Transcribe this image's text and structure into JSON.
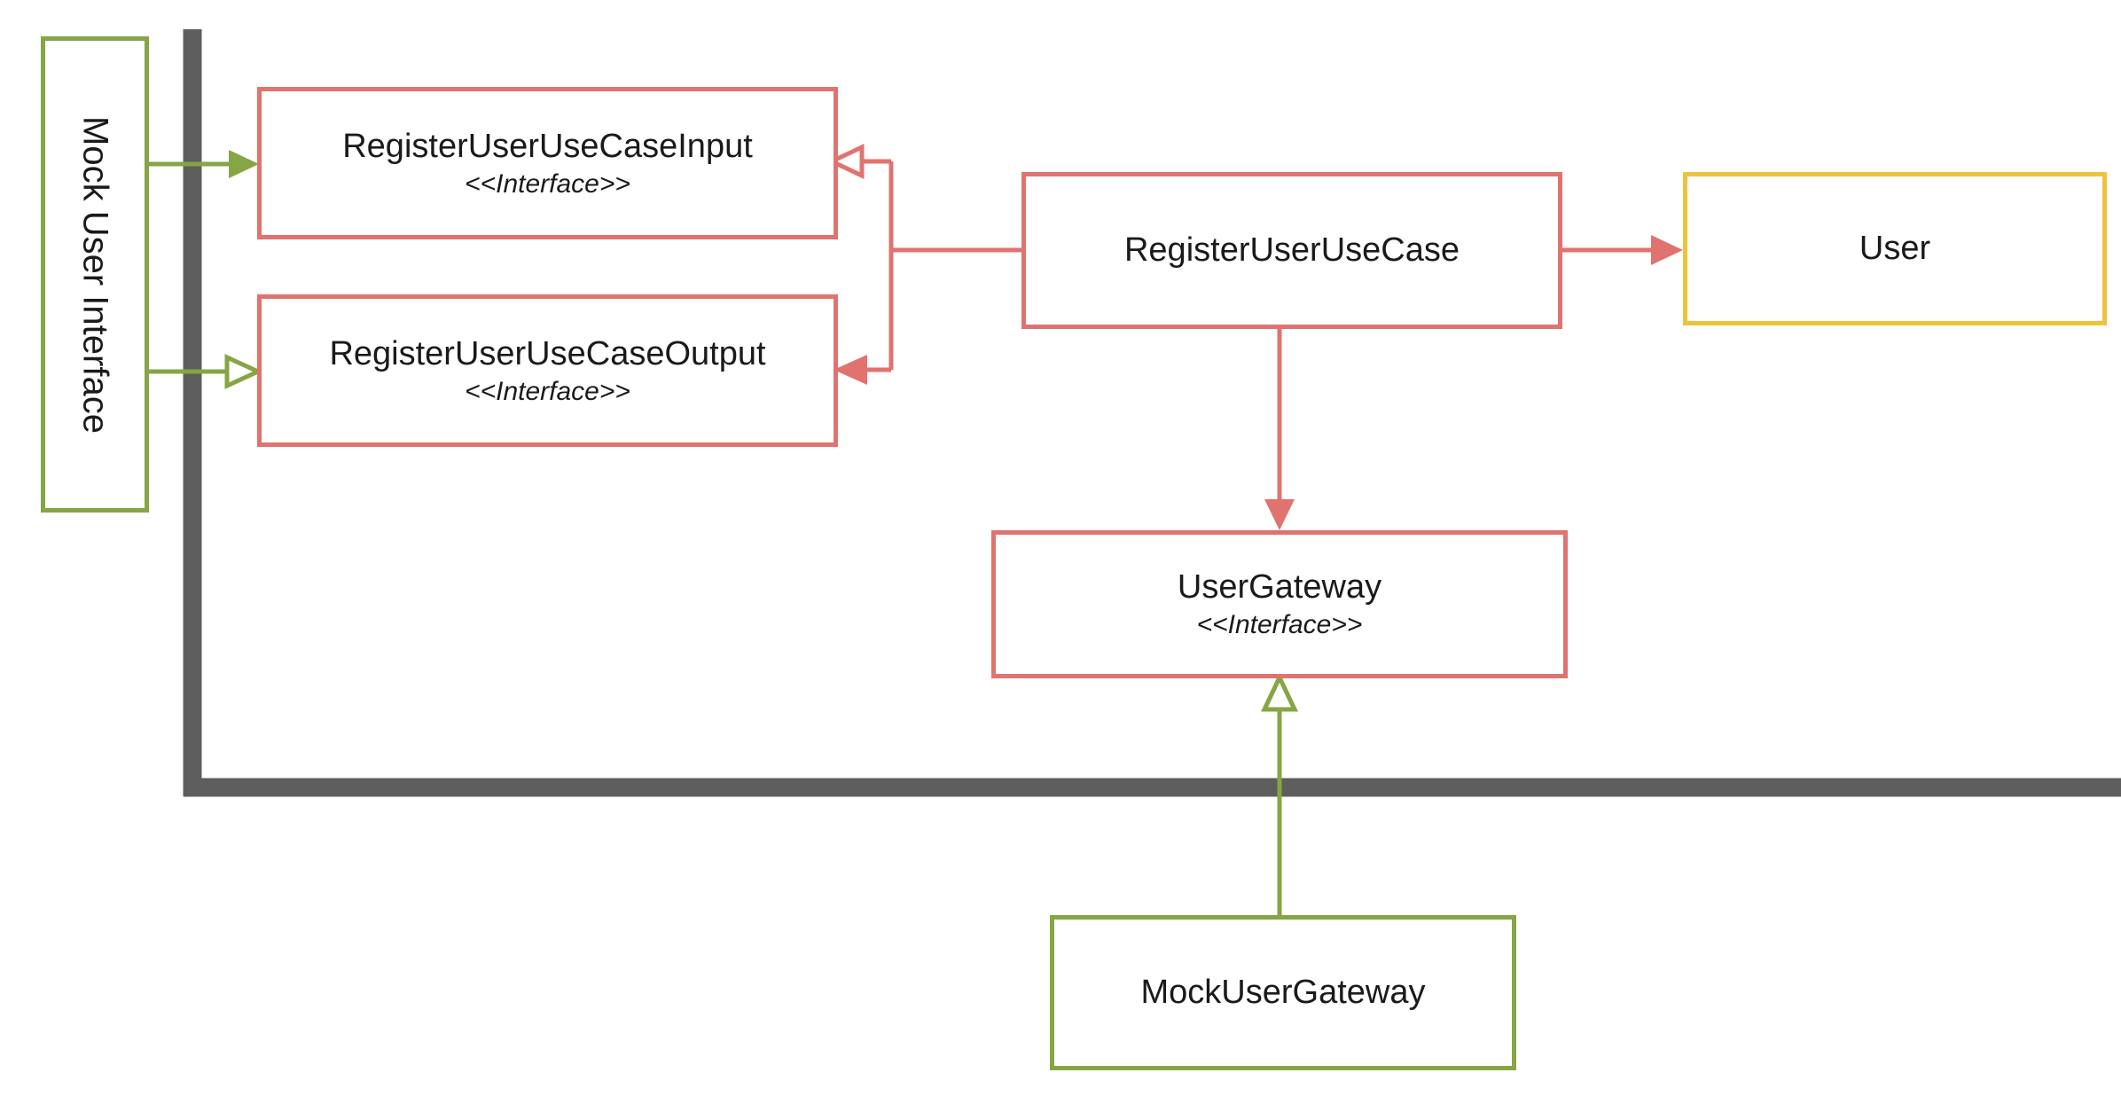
{
  "diagram": {
    "type": "uml-component-diagram",
    "title": "",
    "boundary": {
      "name": "architecture-boundary-line",
      "color": "#5E5E5E",
      "description": "Thick gray L-shaped boundary separating test doubles from production code"
    },
    "colors": {
      "red_border": "#E0736F",
      "green_border": "#86A544",
      "gold_border": "#EFC23D",
      "boundary_gray": "#5E5E5E",
      "text": "#1A1A1A",
      "background": "#FFFFFF"
    },
    "stereotype_label": "<<Interface>>",
    "nodes": [
      {
        "id": "mock-user-interface",
        "label": "Mock User Interface",
        "stereotype": "",
        "color": "green",
        "rotated": true
      },
      {
        "id": "register-user-use-case-input",
        "label": "RegisterUserUseCaseInput",
        "stereotype": "<<Interface>>",
        "color": "red",
        "rotated": false
      },
      {
        "id": "register-user-use-case-output",
        "label": "RegisterUserUseCaseOutput",
        "stereotype": "<<Interface>>",
        "color": "red",
        "rotated": false
      },
      {
        "id": "register-user-use-case",
        "label": "RegisterUserUseCase",
        "stereotype": "",
        "color": "red",
        "rotated": false
      },
      {
        "id": "user",
        "label": "User",
        "stereotype": "",
        "color": "gold",
        "rotated": false
      },
      {
        "id": "user-gateway",
        "label": "UserGateway",
        "stereotype": "<<Interface>>",
        "color": "red",
        "rotated": false
      },
      {
        "id": "mock-user-gateway",
        "label": "MockUserGateway",
        "stereotype": "",
        "color": "green",
        "rotated": false
      }
    ],
    "edges": [
      {
        "id": "mui-to-input",
        "from": "mock-user-interface",
        "to": "register-user-use-case-input",
        "color": "#86A544",
        "arrowhead": "solid-triangle"
      },
      {
        "id": "mui-to-output",
        "from": "mock-user-interface",
        "to": "register-user-use-case-output",
        "color": "#86A544",
        "arrowhead": "open-triangle"
      },
      {
        "id": "usecase-to-input",
        "from": "register-user-use-case",
        "to": "register-user-use-case-input",
        "color": "#E0736F",
        "arrowhead": "open-triangle"
      },
      {
        "id": "usecase-to-output",
        "from": "register-user-use-case",
        "to": "register-user-use-case-output",
        "color": "#E0736F",
        "arrowhead": "solid-triangle"
      },
      {
        "id": "usecase-to-user",
        "from": "register-user-use-case",
        "to": "user",
        "color": "#E0736F",
        "arrowhead": "solid-triangle"
      },
      {
        "id": "usecase-to-gateway",
        "from": "register-user-use-case",
        "to": "user-gateway",
        "color": "#E0736F",
        "arrowhead": "solid-triangle"
      },
      {
        "id": "mockgateway-to-gateway",
        "from": "mock-user-gateway",
        "to": "user-gateway",
        "color": "#86A544",
        "arrowhead": "open-triangle"
      }
    ]
  }
}
